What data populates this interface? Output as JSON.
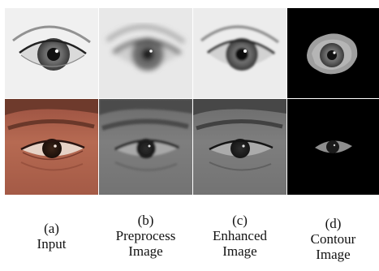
{
  "figure": {
    "columns": [
      {
        "letter": "(a)",
        "caption": [
          "Input"
        ]
      },
      {
        "letter": "(b)",
        "caption": [
          "Preprocess",
          "Image"
        ]
      },
      {
        "letter": "(c)",
        "caption": [
          "Enhanced",
          "Image"
        ]
      },
      {
        "letter": "(d)",
        "caption": [
          "Contour",
          "Image"
        ]
      }
    ]
  }
}
